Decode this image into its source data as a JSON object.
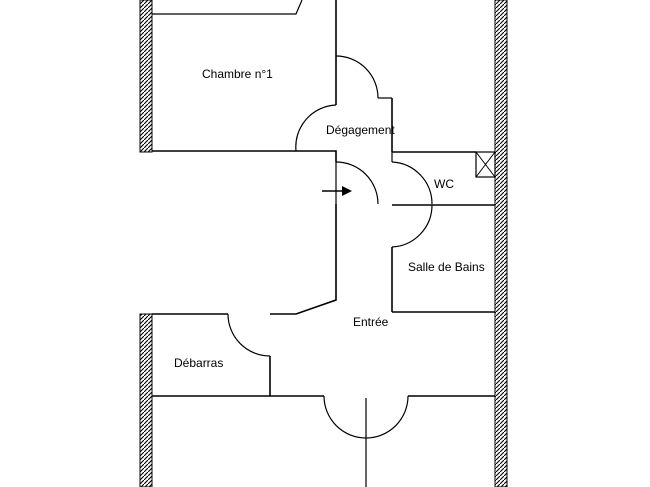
{
  "rooms": {
    "chambre": "Chambre n°1",
    "degagement": "Dégagement",
    "wc": "WC",
    "salle_de_bains": "Salle de Bains",
    "entree": "Entrée",
    "debarras": "Débarras"
  },
  "colors": {
    "wall": "#000000",
    "hatch": "#000000",
    "background": "#ffffff"
  },
  "icons": {
    "entry_arrow": "arrow-right-icon",
    "vent": "vent-shaft-icon"
  }
}
